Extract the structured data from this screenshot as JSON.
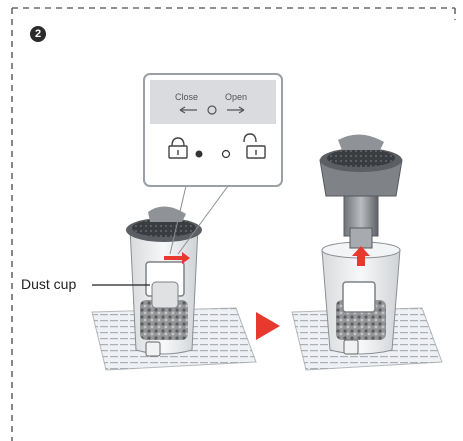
{
  "step": {
    "number": "2"
  },
  "callout": {
    "close_label": "Close",
    "open_label": "Open"
  },
  "labels": {
    "dust_cup": "Dust cup"
  },
  "colors": {
    "accent_red": "#e8392f",
    "dashed_border": "#6a6a6a",
    "paper": "#eef0f3"
  }
}
